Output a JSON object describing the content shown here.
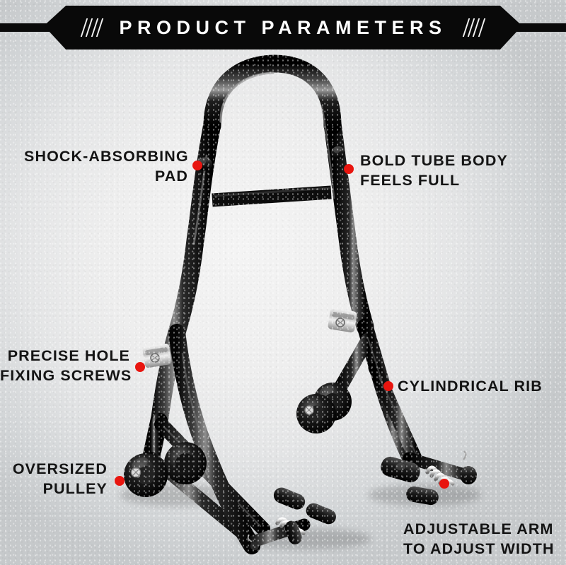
{
  "banner": {
    "title": "PRODUCT PARAMETERS",
    "left_slash_count": 4,
    "right_slash_count": 4,
    "bg_color": "#090909",
    "text_color": "#fdfdfd"
  },
  "theme": {
    "marker_color": "#e8150f",
    "label_color": "#141414",
    "background_color": "#eeeeee",
    "product_color": "#111111"
  },
  "callouts": [
    {
      "id": "shock-absorbing-pad",
      "line1": "SHOCK-ABSORBING",
      "line2": "PAD",
      "align": "right"
    },
    {
      "id": "bold-tube-body",
      "line1": "BOLD TUBE BODY",
      "line2": "FEELS FULL",
      "align": "left"
    },
    {
      "id": "precise-hole-screws",
      "line1": "PRECISE HOLE",
      "line2": "FIXING SCREWS",
      "align": "right"
    },
    {
      "id": "cylindrical-rib",
      "line1": "CYLINDRICAL RIB",
      "line2": "",
      "align": "left"
    },
    {
      "id": "oversized-pulley",
      "line1": "OVERSIZED",
      "line2": "PULLEY",
      "align": "right"
    },
    {
      "id": "adjustable-arm",
      "line1": "ADJUSTABLE ARM",
      "line2": "TO ADJUST WIDTH",
      "align": "left"
    }
  ],
  "product": {
    "name": "motorcycle-front-fork-stand"
  }
}
